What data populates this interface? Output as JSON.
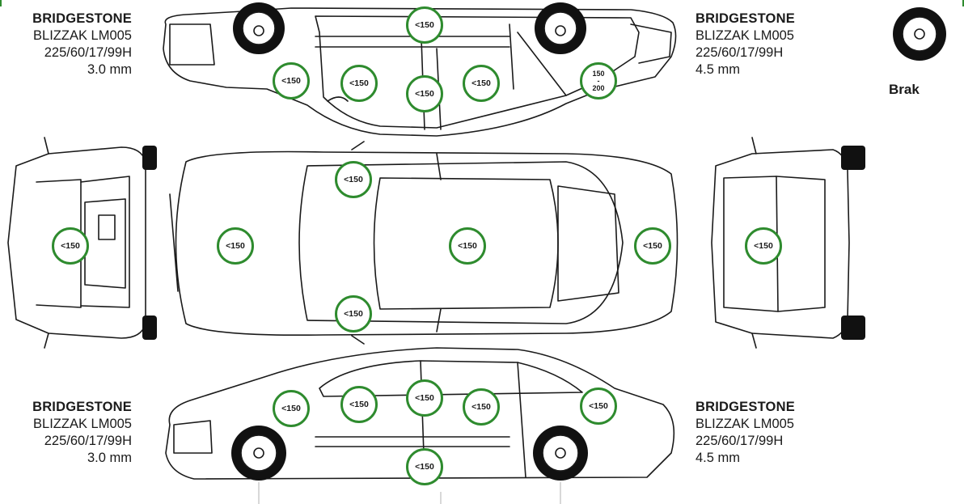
{
  "tires": {
    "front_left": {
      "brand": "BRIDGESTONE",
      "model": "BLIZZAK LM005",
      "size": "225/60/17/99H",
      "tread": "3.0 mm"
    },
    "rear_left": {
      "brand": "BRIDGESTONE",
      "model": "BLIZZAK LM005",
      "size": "225/60/17/99H",
      "tread": "4.5 mm"
    },
    "front_right": {
      "brand": "BRIDGESTONE",
      "model": "BLIZZAK LM005",
      "size": "225/60/17/99H",
      "tread": "3.0 mm"
    },
    "rear_right": {
      "brand": "BRIDGESTONE",
      "model": "BLIZZAK LM005",
      "size": "225/60/17/99H",
      "tread": "4.5 mm"
    },
    "spare": {
      "label": "Brak"
    }
  },
  "paint_readings": {
    "left_roof_rail": "<150",
    "left_front_fender": "<150",
    "left_front_door": "<150",
    "left_sill": "<150",
    "left_rear_door": "<150",
    "left_rear_fender": "150\n-\n200",
    "front_bumper": "<150",
    "hood": "<150",
    "roof": "<150",
    "trunk": "<150",
    "rear_bumper": "<150",
    "left_a_pillar": "<150",
    "right_a_pillar": "<150",
    "right_front_fender": "<150",
    "right_front_door": "<150",
    "right_roof_rail": "<150",
    "right_rear_door": "<150",
    "right_rear_fender": "<150",
    "right_sill": "<150"
  },
  "colors": {
    "accent": "#2e8b2e",
    "line": "#1a1a1a",
    "tire": "#111111"
  }
}
